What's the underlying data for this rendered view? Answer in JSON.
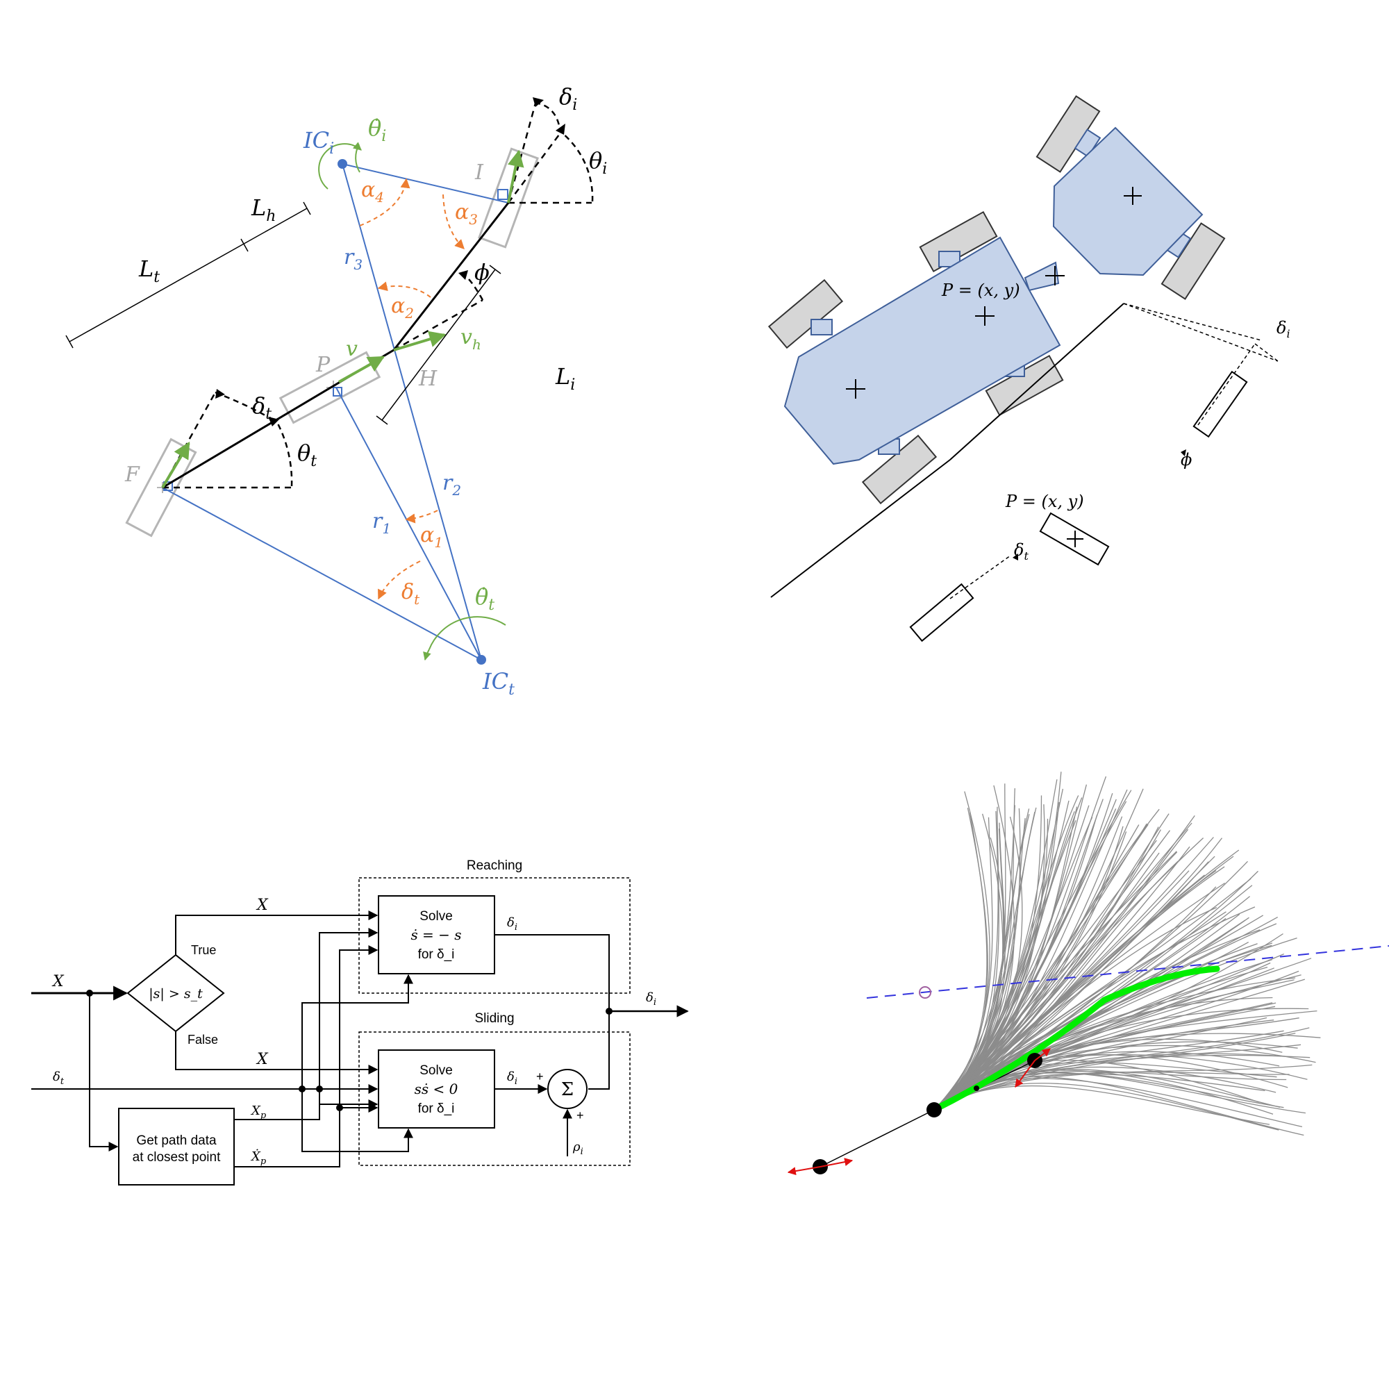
{
  "panel_a": {
    "labels": {
      "ic_i": "IC_i",
      "ic_t": "IC_t",
      "theta_i_dot": "θ̇_i",
      "theta_t_dot": "θ̇_t",
      "delta_i": "δ_i",
      "delta_t_black": "δ_t",
      "delta_t_orange": "δ_t",
      "theta_i": "θ_i",
      "theta_t": "θ_t",
      "alpha_1": "α_1",
      "alpha_2": "α_2",
      "alpha_3": "α_3",
      "alpha_4": "α_4",
      "phi": "ϕ",
      "r_1": "r_1",
      "r_2": "r_2",
      "r_3": "r_3",
      "l_h": "L_h",
      "l_t": "L_t",
      "l_i": "L_i",
      "v": "v",
      "v_h": "v_h",
      "point_p": "P",
      "point_h": "H",
      "point_f": "F",
      "point_i": "I"
    },
    "colors": {
      "blue": "#4472C4",
      "orange": "#ED7D31",
      "green": "#70AD47",
      "gray": "#a6a6a6"
    }
  },
  "panel_b": {
    "labels": {
      "position_top": "P = (x, y)",
      "position_bottom": "P = (x, y)",
      "delta_i": "δ_i",
      "delta_t": "δ_t",
      "phi": "ϕ"
    },
    "colors": {
      "body_fill": "#c5d3ea",
      "body_stroke": "#3f5f99",
      "wheel_fill": "#d6d6d6"
    }
  },
  "panel_c": {
    "labels": {
      "reaching": "Reaching",
      "sliding": "Sliding",
      "solve_reach_1": "Solve",
      "solve_reach_2": "ṡ = − s",
      "solve_reach_3": "for δ_i",
      "solve_slide_1": "Solve",
      "solve_slide_2": "sṡ < 0",
      "solve_slide_3": "for δ_i",
      "condition": "|s| > s_t",
      "true": "True",
      "false": "False",
      "x_in": "X",
      "x_true": "X",
      "x_false": "X",
      "delta_t_in": "δ_t",
      "path_block_1": "Get path data",
      "path_block_2": "at closest point",
      "xp": "X_p",
      "xp_dot": "Ẋ_p",
      "delta_i_reach": "δ_i",
      "delta_i_slide": "δ_i",
      "delta_i_out": "δ_i",
      "sum": "Σ",
      "plus_left": "+",
      "plus_bottom": "+",
      "rho_i": "ρ_i"
    }
  },
  "panel_d": {
    "colors": {
      "rollouts": "#8c8c8c",
      "selected": "#00ee00",
      "reference": "#3333dd",
      "marker": "#a05fa0",
      "arrows": "#e01010"
    }
  }
}
